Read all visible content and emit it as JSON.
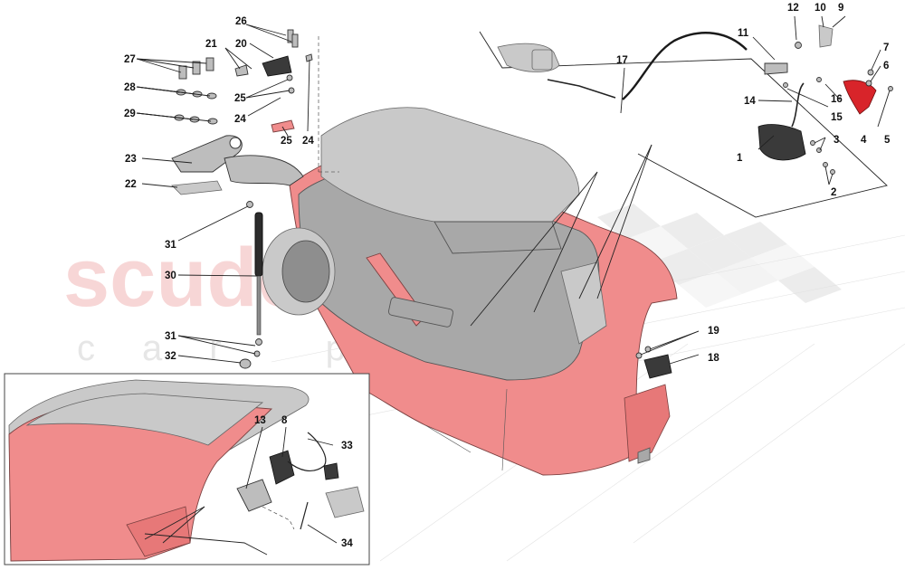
{
  "watermark": {
    "brand": "scuderia",
    "sub": "car parts"
  },
  "callouts": [
    "1",
    "2",
    "3",
    "4",
    "5",
    "6",
    "7",
    "8",
    "9",
    "10",
    "11",
    "12",
    "13",
    "14",
    "15",
    "16",
    "17",
    "18",
    "19",
    "20",
    "21",
    "22",
    "23",
    "24",
    "25",
    "26",
    "27",
    "28",
    "29",
    "30",
    "31",
    "32",
    "33",
    "34"
  ],
  "colors": {
    "body_panel": "#f08c8c",
    "trim": "#a8a8a8",
    "label": "#111111",
    "watermark": "#f5c9c9"
  }
}
